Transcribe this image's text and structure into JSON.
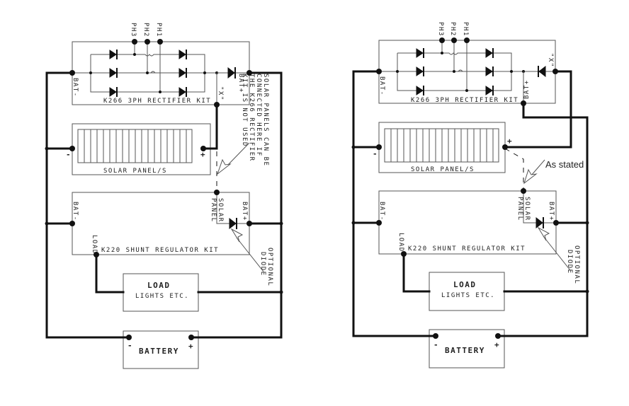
{
  "diagrams": [
    {
      "id": "left",
      "rectifier": {
        "title": "K266 3PH RECTIFIER KIT",
        "phases": [
          "PH3",
          "PH2",
          "PH1"
        ],
        "bat_neg": "BAT-",
        "bat_pos": "BAT+",
        "x_label": "\"X\""
      },
      "solar": {
        "title": "SOLAR PANEL/S",
        "neg": "-",
        "pos": "+"
      },
      "regulator": {
        "title": "K220 SHUNT REGULATOR KIT",
        "bat_neg": "BAT-",
        "bat_pos": "BAT+",
        "solar": "SOLAR",
        "panel": "PANEL",
        "load": "LOAD"
      },
      "load": {
        "title": "LOAD",
        "subtitle": "LIGHTS ETC."
      },
      "battery": {
        "title": "BATTERY",
        "neg": "-",
        "pos": "+"
      },
      "note_lines": [
        "SOLAR PANELS CAN BE",
        "CONNECTED HERE IF",
        "THE K266 RECTIFIER",
        "KIT IS NOT USED"
      ],
      "optional_lines": [
        "OPTIONAL",
        "DIODE"
      ]
    },
    {
      "id": "right",
      "rectifier": {
        "title": "K266 3PH RECTIFIER KIT",
        "phases": [
          "PH3",
          "PH2",
          "PH1"
        ],
        "bat_neg": "BAT-",
        "bat_pos": "BAT+",
        "x_label": "\"X\""
      },
      "solar": {
        "title": "SOLAR PANEL/S",
        "neg": "-",
        "pos": "+"
      },
      "regulator": {
        "title": "K220 SHUNT REGULATOR KIT",
        "bat_neg": "BAT-",
        "bat_pos": "BAT+",
        "solar": "SOLAR",
        "panel": "PANEL",
        "load": "LOAD"
      },
      "load": {
        "title": "LOAD",
        "subtitle": "LIGHTS ETC."
      },
      "battery": {
        "title": "BATTERY",
        "neg": "-",
        "pos": "+"
      },
      "annotation": "As stated",
      "optional_lines": [
        "OPTIONAL",
        "DIODE"
      ]
    }
  ]
}
